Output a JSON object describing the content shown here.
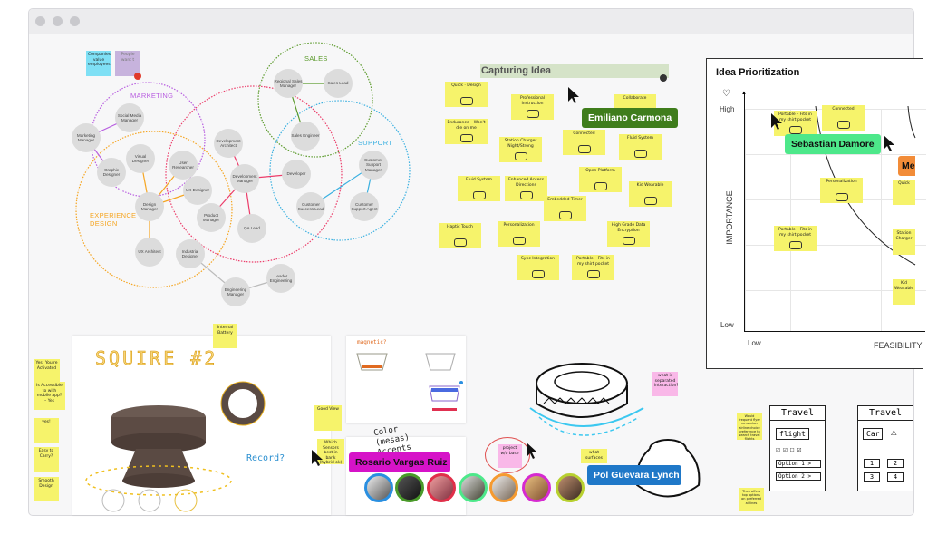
{
  "window": {
    "colors": {
      "frame": "#ececee",
      "canvas": "#f7f7f8"
    }
  },
  "venn": {
    "groups": {
      "marketing": "MARKETING",
      "sales": "SALES",
      "support": "SUPPORT",
      "experience": "EXPERIENCE DESIGN"
    },
    "colors": {
      "marketing": "#b85ee0",
      "sales": "#5a9a2a",
      "support": "#3ab0e0",
      "experience": "#f5a623",
      "development": "#ec3d6a"
    },
    "stickies": [
      {
        "text": "Companies value employees",
        "color": "#7fe0f5"
      },
      {
        "text": "People want t",
        "color": "#c7b3dd"
      }
    ],
    "nodes": [
      "Social Media Manager",
      "Marketing Manager",
      "Visual Designer",
      "Graphic Designer",
      "User Researcher",
      "UX Designer",
      "Design Manager",
      "Product Manager",
      "Development Architect",
      "Development Manager",
      "Developer",
      "QA Lead",
      "UX Architect",
      "Industrial Designer",
      "Engineering Manager",
      "Leader Engineering",
      "Regional Sales Manager",
      "Sales Lead",
      "Sales Engineer",
      "Customer Support Manager",
      "Customer Success Lead",
      "Customer Support Agent"
    ]
  },
  "capture": {
    "title": "Capturing Idea",
    "stickies": [
      "Quick · Design",
      "Professional Instruction",
      "Collaborate",
      "Endurance – Won't die on me",
      "Connected",
      "Station Charger Night/Strong",
      "Fluid System",
      "Fluid System",
      "Enhanced Access Directions",
      "Open Platform",
      "Embedded Timer",
      "Kid Wearable",
      "Haptic Touch",
      "Personalization",
      "High Grade Data Encryption",
      "Sync Integration",
      "Portable – Fits in my shirt pocket"
    ]
  },
  "prioritization": {
    "title": "Idea Prioritization",
    "y_axis": "IMPORTANCE",
    "x_axis": "FEASIBILITY",
    "high": "High",
    "low_y": "Low",
    "low_x": "Low",
    "stickies": [
      "Portable – Fits in my shirt pocket",
      "Connected",
      "Personalization",
      "Portable – Fits in my shirt pocket",
      "Quick",
      "Station Charger",
      "Kid Wearable"
    ]
  },
  "collaborators": {
    "emiliano": {
      "name": "Emiliano Carmona",
      "color": "#3f7d1c"
    },
    "sebastian": {
      "name": "Sebastian Damore",
      "color": "#4de88a"
    },
    "me": {
      "name": "Me",
      "color": "#f28c38"
    },
    "rosario": {
      "name": "Rosario Vargas Ruiz",
      "color": "#d613c8"
    },
    "pol": {
      "name": "Pol Guevara Lynch",
      "color": "#1f78c8"
    }
  },
  "avatars": [
    {
      "color": "#2a8fe0"
    },
    {
      "color": "#4a9a2a"
    },
    {
      "color": "#e0304a"
    },
    {
      "color": "#4de88a"
    },
    {
      "color": "#f59a30"
    },
    {
      "color": "#d62ad0"
    },
    {
      "color": "#b8d030"
    }
  ],
  "sketch": {
    "title": "SQUIRE #2",
    "record": "Record?",
    "color_accents": "Color (mesas) Accents",
    "magnetic": "magnetic?",
    "side_stickies": [
      "Yes! You're Activated",
      "Is Accessible to with mobile app? – Yes",
      "yes!",
      "Easy to Carry?",
      "Smooth Design"
    ],
    "internal_battery": "Internal Battery",
    "good_view": "Good View",
    "which_sensors": "Which Sensors best in bank (hybrid ok)"
  },
  "bottom": {
    "project_wo_base": "project w/o base",
    "what_surfaces": "what surfaces",
    "separated": "what is separated interaction?",
    "travel1": {
      "title": "Travel",
      "flight": "flight",
      "option1": "Option 1 >",
      "option2": "Option 2 >"
    },
    "travel2": {
      "title": "Travel",
      "car": "Car",
      "b1": "1",
      "b2": "2",
      "b3": "3",
      "b4": "4"
    },
    "note1": "Would frequent flyer remember airline choice preference to search travel flights",
    "note2": "Then offers top options on preferred airlines"
  }
}
